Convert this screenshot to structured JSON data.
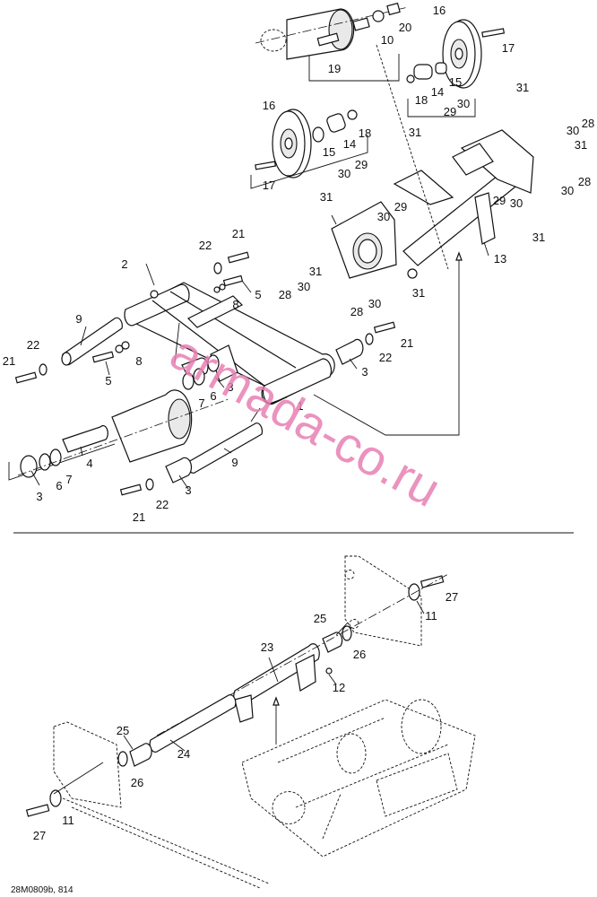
{
  "figure_ref": "28M0809b, 814",
  "watermark": "armada-co.ru",
  "colors": {
    "line": "#111111",
    "watermark": "#e77fb3",
    "background": "#ffffff"
  },
  "callouts": {
    "c1": "1",
    "c2": "2",
    "c3": "3",
    "c4": "4",
    "c5": "5",
    "c6": "6",
    "c7": "7",
    "c8": "8",
    "c9": "9",
    "c10": "10",
    "c11": "11",
    "c12": "12",
    "c13": "13",
    "c14": "14",
    "c15": "15",
    "c16": "16",
    "c17": "17",
    "c18": "18",
    "c19": "19",
    "c20": "20",
    "c21": "21",
    "c22": "22",
    "c23": "23",
    "c24": "24",
    "c25": "25",
    "c26": "26",
    "c27": "27",
    "c28": "28",
    "c29": "29",
    "c30": "30",
    "c31": "31"
  }
}
